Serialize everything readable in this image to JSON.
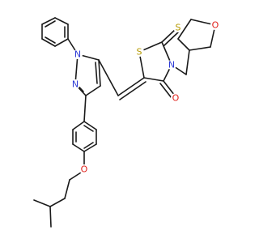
{
  "atoms": {
    "N_pyrazole_1": {
      "symbol": "N",
      "color": "#2e3bd6"
    },
    "N_pyrazole_2": {
      "symbol": "N",
      "color": "#2e3bd6"
    },
    "N_thiazolidine": {
      "symbol": "N",
      "color": "#2e3bd6"
    },
    "S_ring": {
      "symbol": "S",
      "color": "#b59a00"
    },
    "S_thioxo": {
      "symbol": "S",
      "color": "#b59a00"
    },
    "O_carbonyl": {
      "symbol": "O",
      "color": "#e0201a"
    },
    "O_ether": {
      "symbol": "O",
      "color": "#e0201a"
    },
    "O_furan": {
      "symbol": "O",
      "color": "#e0201a"
    }
  },
  "bond_color": "#1a1a1a",
  "background": "#ffffff"
}
